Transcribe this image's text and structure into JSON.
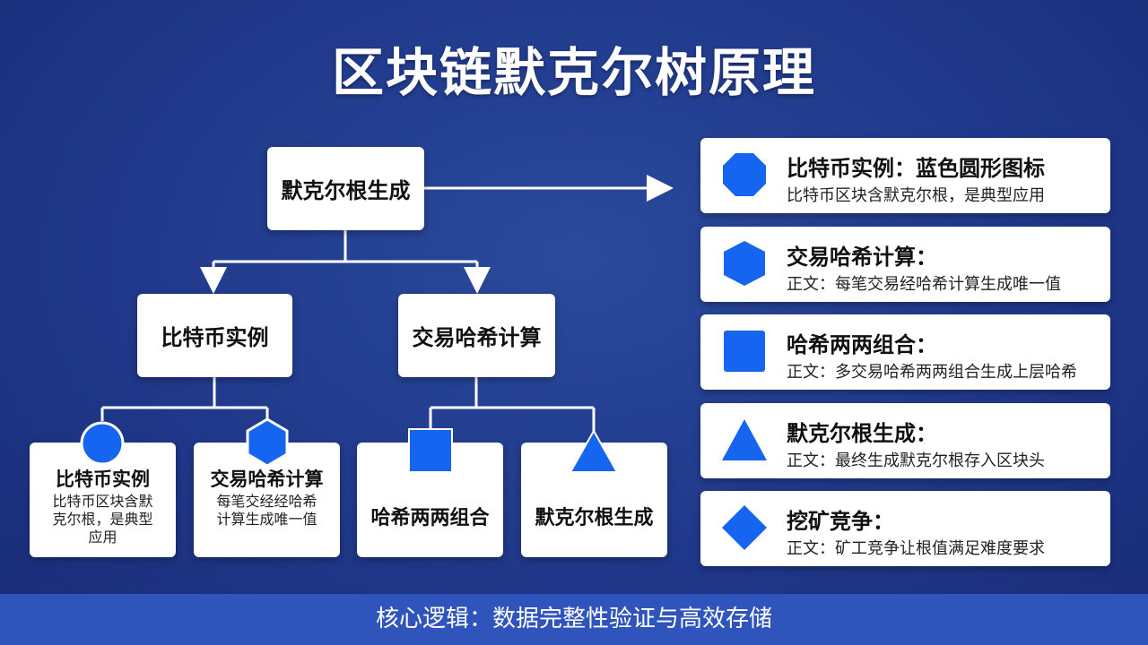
{
  "title": "区块链默克尔树原理",
  "tree": {
    "root": {
      "label": "默克尔根生成"
    },
    "level1": [
      {
        "label": "比特币实例"
      },
      {
        "label": "交易哈希计算"
      }
    ],
    "leaves": [
      {
        "title": "比特币实例",
        "desc_line1": "比特币区块含默",
        "desc_line2": "克尔根，是典型",
        "desc_line3": "应用",
        "icon": "circle-icon"
      },
      {
        "title": "交易哈希计算",
        "desc_line1": "每笔交经经哈希",
        "desc_line2": "计算生成唯一值",
        "icon": "hexagon-icon"
      },
      {
        "title": "哈希两两组合",
        "icon": "square-icon"
      },
      {
        "title": "默克尔根生成",
        "icon": "triangle-icon"
      }
    ]
  },
  "legend": [
    {
      "title": "比特币实例：蓝色圆形图标",
      "desc": "比特币区块含默克尔根，是典型应用",
      "icon": "octagon-icon"
    },
    {
      "title": "交易哈希计算：",
      "desc": "正文：每笔交易经哈希计算生成唯一值",
      "icon": "hexagon-icon"
    },
    {
      "title": "哈希两两组合：",
      "desc": "正文：多交易哈希两两组合生成上层哈希",
      "icon": "square-icon"
    },
    {
      "title": "默克尔根生成：",
      "desc": "正文：最终生成默克尔根存入区块头",
      "icon": "triangle-icon"
    },
    {
      "title": "挖矿竞争：",
      "desc": "正文：矿工竞争让根值满足难度要求",
      "icon": "diamond-icon"
    }
  ],
  "footer": "核心逻辑：数据完整性验证与高效存储",
  "colors": {
    "background": "#20388a",
    "accent": "#1565f0",
    "footer": "#2f55bd"
  }
}
